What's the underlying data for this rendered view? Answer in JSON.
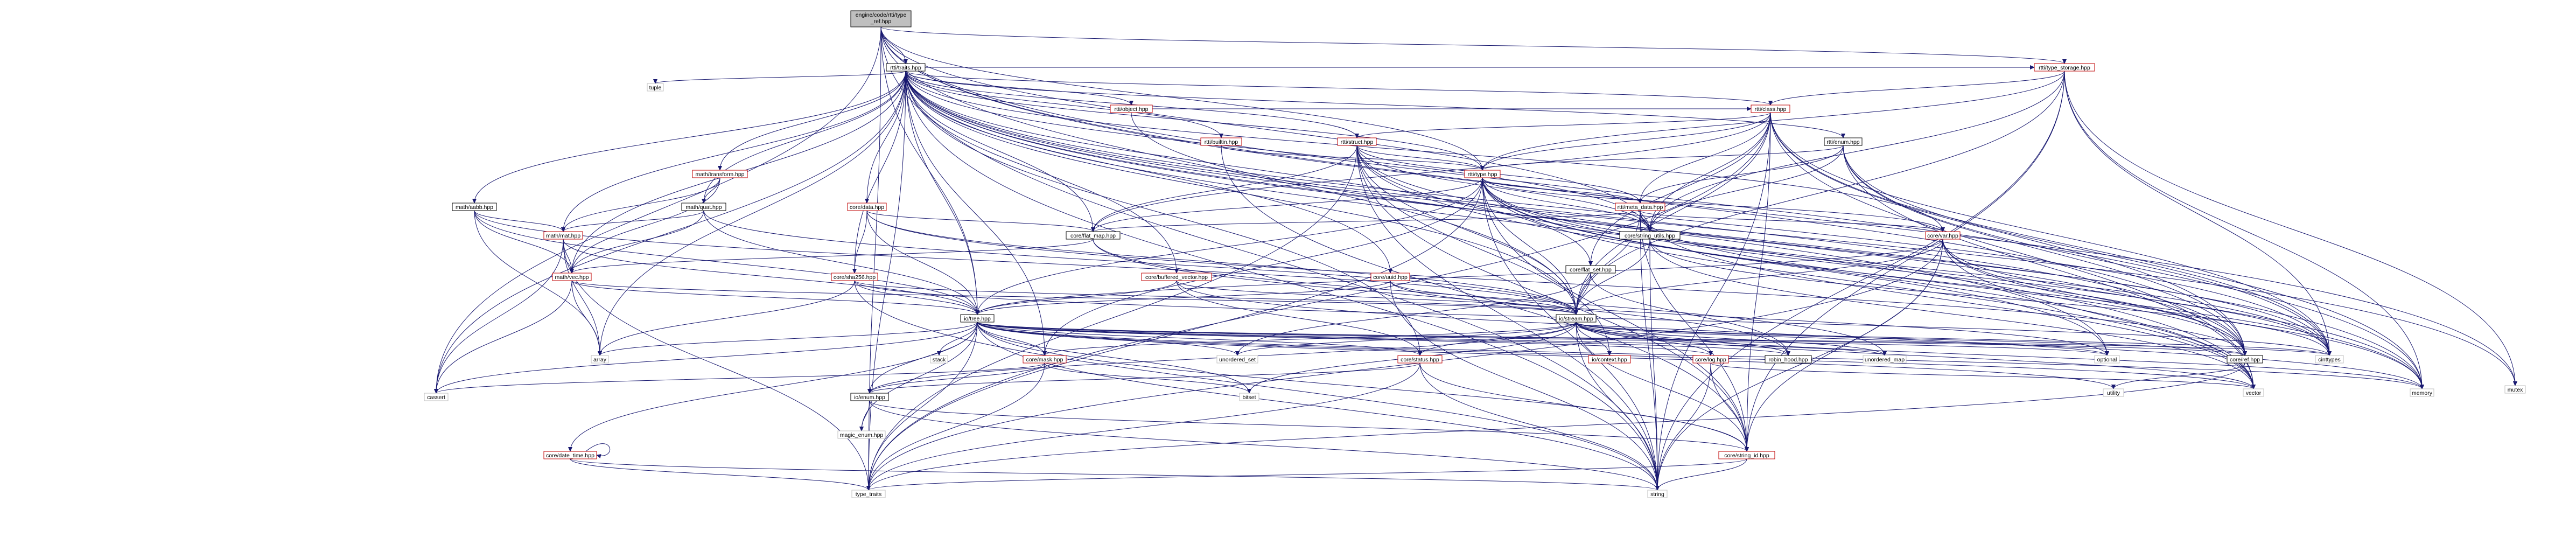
{
  "diagram": {
    "kind": "include dependency graph",
    "colors": {
      "edge": "#191970",
      "node_border_internal": "#bf0000",
      "node_border_default": "#000000",
      "node_border_system": "#bfbfbf",
      "root_fill": "#bfbfbf",
      "node_fill": "#ffffff"
    },
    "nodes": [
      {
        "id": "root",
        "label": "engine/code/rtti/type_ref.hpp",
        "lines": [
          "engine/code/rtti/type",
          "_ref.hpp"
        ],
        "style": "root"
      },
      {
        "id": "traits",
        "label": "rtti/traits.hpp",
        "style": "default"
      },
      {
        "id": "type_storage",
        "label": "rtti/type_storage.hpp",
        "style": "red"
      },
      {
        "id": "tuple",
        "label": "tuple",
        "style": "system"
      },
      {
        "id": "rtti_object",
        "label": "rtti/object.hpp",
        "style": "red"
      },
      {
        "id": "rtti_class",
        "label": "rtti/class.hpp",
        "style": "red"
      },
      {
        "id": "rtti_builtin",
        "label": "rtti/builtin.hpp",
        "style": "red"
      },
      {
        "id": "rtti_struct",
        "label": "rtti/struct.hpp",
        "style": "red"
      },
      {
        "id": "rtti_enum",
        "label": "rtti/enum.hpp",
        "style": "default"
      },
      {
        "id": "rtti_type",
        "label": "rtti/type.hpp",
        "style": "red"
      },
      {
        "id": "rtti_meta",
        "label": "rtti/meta_data.hpp",
        "style": "red"
      },
      {
        "id": "math_transform",
        "label": "math/transform.hpp",
        "style": "red"
      },
      {
        "id": "math_quat",
        "label": "math/quat.hpp",
        "style": "default"
      },
      {
        "id": "math_aabb",
        "label": "math/aabb.hpp",
        "style": "default"
      },
      {
        "id": "math_mat",
        "label": "math/mat.hpp",
        "style": "red"
      },
      {
        "id": "math_vec",
        "label": "math/vec.hpp",
        "style": "red"
      },
      {
        "id": "core_data",
        "label": "core/data.hpp",
        "style": "red"
      },
      {
        "id": "core_flat_map",
        "label": "core/flat_map.hpp",
        "style": "default"
      },
      {
        "id": "core_string_utils",
        "label": "core/string_utils.hpp",
        "style": "default"
      },
      {
        "id": "core_var",
        "label": "core/var.hpp",
        "style": "red"
      },
      {
        "id": "core_sha256",
        "label": "core/sha256.hpp",
        "style": "red"
      },
      {
        "id": "core_buffered_vector",
        "label": "core/buffered_vector.hpp",
        "style": "red"
      },
      {
        "id": "core_uuid",
        "label": "core/uuid.hpp",
        "style": "red"
      },
      {
        "id": "core_flat_set",
        "label": "core/flat_set.hpp",
        "style": "default"
      },
      {
        "id": "io_tree",
        "label": "io/tree.hpp",
        "style": "default"
      },
      {
        "id": "io_stream",
        "label": "io/stream.hpp",
        "style": "default"
      },
      {
        "id": "core_mask",
        "label": "core/mask.hpp",
        "style": "red"
      },
      {
        "id": "core_status",
        "label": "core/status.hpp",
        "style": "red"
      },
      {
        "id": "core_log",
        "label": "core/log.hpp",
        "style": "red"
      },
      {
        "id": "io_context",
        "label": "io/context.hpp",
        "style": "red"
      },
      {
        "id": "core_ref",
        "label": "core/ref.hpp",
        "style": "default"
      },
      {
        "id": "io_enum",
        "label": "io/enum.hpp",
        "style": "default"
      },
      {
        "id": "core_date_time",
        "label": "core/date_time.hpp",
        "style": "red"
      },
      {
        "id": "core_string_id",
        "label": "core/string_id.hpp",
        "style": "red"
      },
      {
        "id": "robin_hood",
        "label": "robin_hood.hpp",
        "style": "default"
      },
      {
        "id": "stack",
        "label": "stack",
        "style": "system"
      },
      {
        "id": "array",
        "label": "array",
        "style": "system"
      },
      {
        "id": "unordered_set",
        "label": "unordered_set",
        "style": "system"
      },
      {
        "id": "unordered_map",
        "label": "unordered_map",
        "style": "system"
      },
      {
        "id": "optional",
        "label": "optional",
        "style": "system"
      },
      {
        "id": "cinttypes",
        "label": "cinttypes",
        "style": "system"
      },
      {
        "id": "vector",
        "label": "vector",
        "style": "system"
      },
      {
        "id": "memory",
        "label": "memory",
        "style": "system"
      },
      {
        "id": "mutex",
        "label": "mutex",
        "style": "system"
      },
      {
        "id": "utility",
        "label": "utility",
        "style": "system"
      },
      {
        "id": "bitset",
        "label": "bitset",
        "style": "system"
      },
      {
        "id": "cassert",
        "label": "cassert",
        "style": "system"
      },
      {
        "id": "magic_enum",
        "label": "magic_enum.hpp",
        "style": "system"
      },
      {
        "id": "type_traits",
        "label": "type_traits",
        "style": "system"
      },
      {
        "id": "string",
        "label": "string",
        "style": "system"
      }
    ],
    "edges": [
      [
        "root",
        "traits"
      ],
      [
        "root",
        "type_storage"
      ],
      [
        "root",
        "rtti_type"
      ],
      [
        "root",
        "io_tree"
      ],
      [
        "root",
        "io_stream"
      ],
      [
        "root",
        "core_string_utils"
      ],
      [
        "root",
        "cinttypes"
      ],
      [
        "root",
        "cassert"
      ],
      [
        "root",
        "type_traits"
      ],
      [
        "root",
        "string"
      ],
      [
        "root",
        "core_ref"
      ],
      [
        "root",
        "mutex"
      ],
      [
        "traits",
        "tuple"
      ],
      [
        "traits",
        "rtti_object"
      ],
      [
        "traits",
        "rtti_class"
      ],
      [
        "traits",
        "rtti_builtin"
      ],
      [
        "traits",
        "rtti_struct"
      ],
      [
        "traits",
        "rtti_enum"
      ],
      [
        "traits",
        "rtti_type"
      ],
      [
        "traits",
        "math_transform"
      ],
      [
        "traits",
        "math_quat"
      ],
      [
        "traits",
        "math_aabb"
      ],
      [
        "traits",
        "math_mat"
      ],
      [
        "traits",
        "math_vec"
      ],
      [
        "traits",
        "core_data"
      ],
      [
        "traits",
        "core_flat_map"
      ],
      [
        "traits",
        "core_var"
      ],
      [
        "traits",
        "core_sha256"
      ],
      [
        "traits",
        "core_buffered_vector"
      ],
      [
        "traits",
        "core_uuid"
      ],
      [
        "traits",
        "core_flat_set"
      ],
      [
        "traits",
        "io_tree"
      ],
      [
        "traits",
        "io_stream"
      ],
      [
        "traits",
        "core_ref"
      ],
      [
        "traits",
        "core_string_utils"
      ],
      [
        "traits",
        "array"
      ],
      [
        "traits",
        "optional"
      ],
      [
        "traits",
        "cinttypes"
      ],
      [
        "traits",
        "vector"
      ],
      [
        "traits",
        "memory"
      ],
      [
        "traits",
        "type_traits"
      ],
      [
        "traits",
        "string"
      ],
      [
        "traits",
        "mutex"
      ],
      [
        "traits",
        "core_status"
      ],
      [
        "traits",
        "core_mask"
      ],
      [
        "traits",
        "cassert"
      ],
      [
        "traits",
        "type_storage"
      ],
      [
        "type_storage",
        "rtti_class"
      ],
      [
        "type_storage",
        "rtti_type"
      ],
      [
        "type_storage",
        "core_string_utils"
      ],
      [
        "type_storage",
        "cinttypes"
      ],
      [
        "type_storage",
        "memory"
      ],
      [
        "type_storage",
        "mutex"
      ],
      [
        "type_storage",
        "string"
      ],
      [
        "type_storage",
        "core_string_id"
      ],
      [
        "type_storage",
        "io_stream"
      ],
      [
        "rtti_object",
        "rtti_class"
      ],
      [
        "rtti_object",
        "core_ref"
      ],
      [
        "rtti_class",
        "rtti_struct"
      ],
      [
        "rtti_class",
        "rtti_type"
      ],
      [
        "rtti_class",
        "rtti_meta"
      ],
      [
        "rtti_class",
        "core_flat_map"
      ],
      [
        "rtti_class",
        "core_string_utils"
      ],
      [
        "rtti_class",
        "core_flat_set"
      ],
      [
        "rtti_class",
        "core_ref"
      ],
      [
        "rtti_class",
        "memory"
      ],
      [
        "rtti_class",
        "vector"
      ],
      [
        "rtti_class",
        "cinttypes"
      ],
      [
        "rtti_class",
        "type_traits"
      ],
      [
        "rtti_class",
        "string"
      ],
      [
        "rtti_class",
        "core_string_id"
      ],
      [
        "rtti_class",
        "io_stream"
      ],
      [
        "rtti_builtin",
        "rtti_type"
      ],
      [
        "rtti_builtin",
        "core_string_id"
      ],
      [
        "rtti_struct",
        "rtti_type"
      ],
      [
        "rtti_struct",
        "rtti_meta"
      ],
      [
        "rtti_struct",
        "core_flat_map"
      ],
      [
        "rtti_struct",
        "core_string_utils"
      ],
      [
        "rtti_struct",
        "cinttypes"
      ],
      [
        "rtti_struct",
        "vector"
      ],
      [
        "rtti_struct",
        "string"
      ],
      [
        "rtti_struct",
        "core_string_id"
      ],
      [
        "rtti_struct",
        "type_traits"
      ],
      [
        "rtti_struct",
        "memory"
      ],
      [
        "rtti_struct",
        "io_context"
      ],
      [
        "rtti_struct",
        "io_stream"
      ],
      [
        "rtti_enum",
        "rtti_type"
      ],
      [
        "rtti_enum",
        "rtti_meta"
      ],
      [
        "rtti_enum",
        "core_string_utils"
      ],
      [
        "rtti_enum",
        "core_ref"
      ],
      [
        "rtti_enum",
        "memory"
      ],
      [
        "rtti_enum",
        "vector"
      ],
      [
        "rtti_enum",
        "cinttypes"
      ],
      [
        "rtti_type",
        "rtti_meta"
      ],
      [
        "rtti_type",
        "core_flat_map"
      ],
      [
        "rtti_type",
        "core_string_utils"
      ],
      [
        "rtti_type",
        "core_var"
      ],
      [
        "rtti_type",
        "io_stream"
      ],
      [
        "rtti_type",
        "io_tree"
      ],
      [
        "rtti_type",
        "core_ref"
      ],
      [
        "rtti_type",
        "cinttypes"
      ],
      [
        "rtti_type",
        "vector"
      ],
      [
        "rtti_type",
        "string"
      ],
      [
        "rtti_type",
        "memory"
      ],
      [
        "rtti_type",
        "core_string_id"
      ],
      [
        "rtti_type",
        "type_traits"
      ],
      [
        "rtti_type",
        "optional"
      ],
      [
        "rtti_type",
        "core_mask"
      ],
      [
        "rtti_meta",
        "core_flat_map"
      ],
      [
        "rtti_meta",
        "core_var"
      ],
      [
        "rtti_meta",
        "core_string_utils"
      ],
      [
        "rtti_meta",
        "core_ref"
      ],
      [
        "rtti_meta",
        "vector"
      ],
      [
        "rtti_meta",
        "string"
      ],
      [
        "rtti_meta",
        "core_string_id"
      ],
      [
        "rtti_meta",
        "io_stream"
      ],
      [
        "math_transform",
        "math_quat"
      ],
      [
        "math_transform",
        "math_mat"
      ],
      [
        "math_transform",
        "math_vec"
      ],
      [
        "math_quat",
        "math_mat"
      ],
      [
        "math_quat",
        "math_vec"
      ],
      [
        "math_quat",
        "io_tree"
      ],
      [
        "math_quat",
        "io_stream"
      ],
      [
        "math_aabb",
        "math_mat"
      ],
      [
        "math_aabb",
        "math_vec"
      ],
      [
        "math_aabb",
        "io_tree"
      ],
      [
        "math_aabb",
        "io_stream"
      ],
      [
        "math_aabb",
        "array"
      ],
      [
        "math_mat",
        "math_vec"
      ],
      [
        "math_mat",
        "io_tree"
      ],
      [
        "math_mat",
        "array"
      ],
      [
        "math_mat",
        "cassert"
      ],
      [
        "math_mat",
        "type_traits"
      ],
      [
        "math_vec",
        "io_tree"
      ],
      [
        "math_vec",
        "io_stream"
      ],
      [
        "math_vec",
        "cassert"
      ],
      [
        "math_vec",
        "array"
      ],
      [
        "core_data",
        "core_sha256"
      ],
      [
        "core_data",
        "io_stream"
      ],
      [
        "core_data",
        "io_tree"
      ],
      [
        "core_data",
        "core_ref"
      ],
      [
        "core_data",
        "core_flat_map"
      ],
      [
        "core_flat_map",
        "robin_hood"
      ],
      [
        "core_flat_map",
        "unordered_map"
      ],
      [
        "core_flat_map",
        "math_vec"
      ],
      [
        "core_flat_set",
        "robin_hood"
      ],
      [
        "core_flat_set",
        "unordered_set"
      ],
      [
        "core_flat_set",
        "io_stream"
      ],
      [
        "core_string_utils",
        "cinttypes"
      ],
      [
        "core_string_utils",
        "string"
      ],
      [
        "core_string_utils",
        "vector"
      ],
      [
        "core_string_utils",
        "io_stream"
      ],
      [
        "core_var",
        "io_tree"
      ],
      [
        "core_var",
        "io_stream"
      ],
      [
        "core_var",
        "core_ref"
      ],
      [
        "core_var",
        "cinttypes"
      ],
      [
        "core_var",
        "vector"
      ],
      [
        "core_var",
        "memory"
      ],
      [
        "core_var",
        "string"
      ],
      [
        "core_var",
        "type_traits"
      ],
      [
        "core_var",
        "core_string_id"
      ],
      [
        "core_sha256",
        "io_tree"
      ],
      [
        "core_sha256",
        "io_stream"
      ],
      [
        "core_sha256",
        "array"
      ],
      [
        "core_sha256",
        "cinttypes"
      ],
      [
        "core_sha256",
        "string"
      ],
      [
        "core_buffered_vector",
        "io_tree"
      ],
      [
        "core_buffered_vector",
        "io_stream"
      ],
      [
        "core_buffered_vector",
        "core_status"
      ],
      [
        "core_buffered_vector",
        "memory"
      ],
      [
        "core_uuid",
        "io_tree"
      ],
      [
        "core_uuid",
        "io_stream"
      ],
      [
        "core_uuid",
        "string"
      ],
      [
        "core_uuid",
        "optional"
      ],
      [
        "io_tree",
        "array"
      ],
      [
        "io_tree",
        "stack"
      ],
      [
        "io_tree",
        "unordered_set"
      ],
      [
        "io_tree",
        "unordered_map"
      ],
      [
        "io_tree",
        "optional"
      ],
      [
        "io_tree",
        "cinttypes"
      ],
      [
        "io_tree",
        "vector"
      ],
      [
        "io_tree",
        "memory"
      ],
      [
        "io_tree",
        "string"
      ],
      [
        "io_tree",
        "type_traits"
      ],
      [
        "io_tree",
        "bitset"
      ],
      [
        "io_tree",
        "cassert"
      ],
      [
        "io_tree",
        "core_mask"
      ],
      [
        "io_tree",
        "core_status"
      ],
      [
        "io_tree",
        "core_log"
      ],
      [
        "io_tree",
        "core_ref"
      ],
      [
        "io_tree",
        "robin_hood"
      ],
      [
        "io_tree",
        "io_enum"
      ],
      [
        "io_tree",
        "magic_enum"
      ],
      [
        "io_tree",
        "utility"
      ],
      [
        "io_tree",
        "core_string_id"
      ],
      [
        "io_tree",
        "core_date_time"
      ],
      [
        "io_stream",
        "core_mask"
      ],
      [
        "io_stream",
        "core_status"
      ],
      [
        "io_stream",
        "core_log"
      ],
      [
        "io_stream",
        "io_context"
      ],
      [
        "io_stream",
        "core_ref"
      ],
      [
        "io_stream",
        "robin_hood"
      ],
      [
        "io_stream",
        "unordered_map"
      ],
      [
        "io_stream",
        "unordered_set"
      ],
      [
        "io_stream",
        "optional"
      ],
      [
        "io_stream",
        "cinttypes"
      ],
      [
        "io_stream",
        "vector"
      ],
      [
        "io_stream",
        "memory"
      ],
      [
        "io_stream",
        "string"
      ],
      [
        "io_stream",
        "bitset"
      ],
      [
        "io_stream",
        "io_enum"
      ],
      [
        "io_stream",
        "core_string_id"
      ],
      [
        "core_mask",
        "bitset"
      ],
      [
        "core_mask",
        "io_enum"
      ],
      [
        "core_mask",
        "cassert"
      ],
      [
        "core_mask",
        "type_traits"
      ],
      [
        "core_status",
        "string"
      ],
      [
        "core_status",
        "type_traits"
      ],
      [
        "core_status",
        "io_enum"
      ],
      [
        "core_status",
        "core_string_id"
      ],
      [
        "core_log",
        "string"
      ],
      [
        "core_log",
        "core_string_id"
      ],
      [
        "core_log",
        "vector"
      ],
      [
        "core_ref",
        "utility"
      ],
      [
        "core_ref",
        "type_traits"
      ],
      [
        "io_enum",
        "magic_enum"
      ],
      [
        "io_enum",
        "string"
      ],
      [
        "io_enum",
        "core_string_id"
      ],
      [
        "core_date_time",
        "core_date_time"
      ],
      [
        "core_date_time",
        "string"
      ],
      [
        "core_date_time",
        "type_traits"
      ],
      [
        "core_string_id",
        "string"
      ],
      [
        "core_string_id",
        "type_traits"
      ]
    ]
  }
}
